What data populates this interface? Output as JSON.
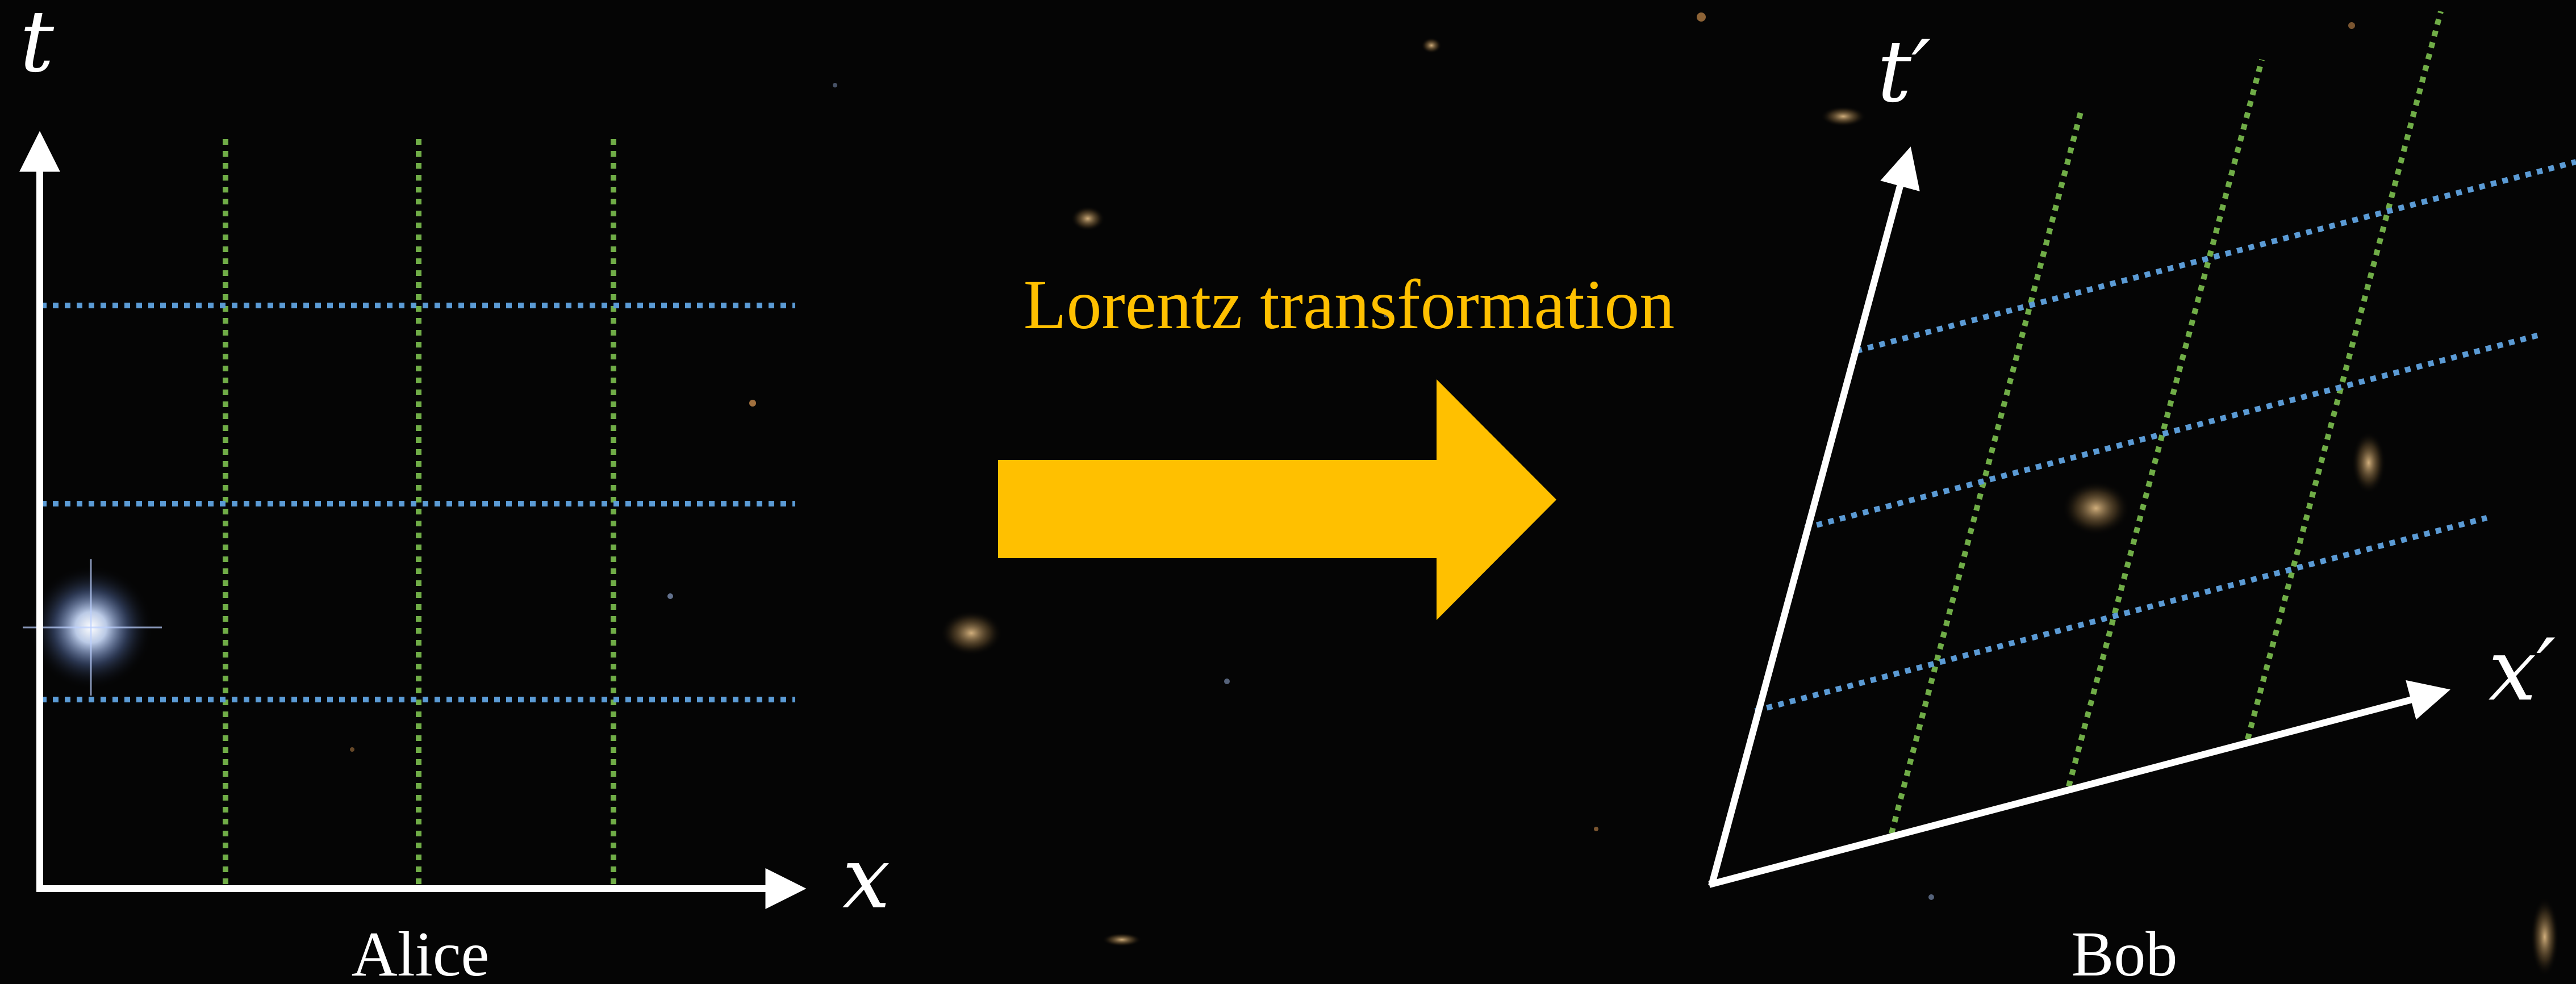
{
  "colors": {
    "background": "#050505",
    "axis": "#ffffff",
    "time_gridlines": "#5b9bd5",
    "space_gridlines": "#70ad47",
    "arrow": "#ffc000",
    "title": "#ffc000",
    "labels": "#ffffff",
    "nebula_glow": "#9fb7ff"
  },
  "title": "Lorentz transformation",
  "arrow_icon": "right-arrow-icon",
  "alice": {
    "name": "Alice",
    "t_label": "t",
    "x_label": "x"
  },
  "bob": {
    "name": "Bob",
    "t_label": "t′",
    "x_label": "x′"
  }
}
